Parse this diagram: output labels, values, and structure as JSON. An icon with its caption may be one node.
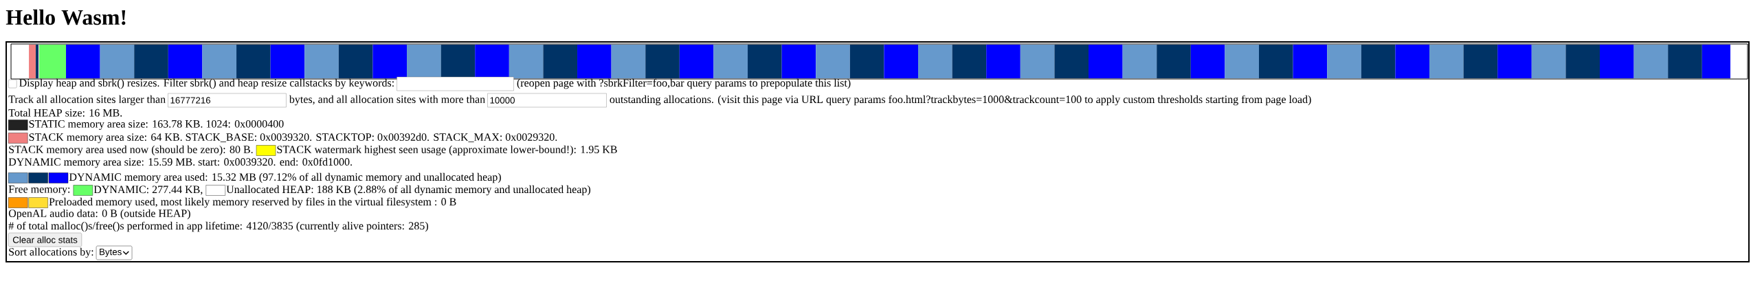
{
  "diagram": {
    "title": "Hello Wasm!",
    "nodes": [
      {
        "text": [],
        "shape": "box"
      },
      {
        "text": [
          "16777216"
        ]
      },
      {
        "text": [
          "10000"
        ]
      },
      {
        "text": [
          "Clear alloc stats"
        ]
      },
      {
        "text": [
          "Bytes"
        ]
      }
    ],
    "labels": [
      "Display heap and sbrk() resizes. Filter sbrk() and heap resize callstacks by keywords:",
      "(reopen page with ?sbrkFilter=foo,bar query params to prepopulate this list)",
      "Track all allocation sites larger than",
      "bytes, and all allocation sites with more than",
      "outstanding allocations. (visit this page via URL query params foo.html?trackbytes=1000&trackcount=100 to apply custom thresholds starting from page load)",
      "Total HEAP size: 16 MB.",
      "STATIC memory area size: 163.78 KB. 1024: 0x0000400",
      "STACK memory area size: 64 KB. STACK_BASE: 0x0039320. STACKTOP: 0x00392d0. STACK_MAX: 0x0029320.",
      "STACK memory area used now (should be zero): 80 B.",
      "STACK watermark highest seen usage (approximate lower-bound!): 1.95 KB",
      "DYNAMIC memory area size: 15.59 MB. start: 0x0039320. end: 0x0fd1000.",
      "DYNAMIC memory area used: 15.32 MB (97.12% of all dynamic memory and unallocated heap)",
      "Free memory:",
      "DYNAMIC: 277.44 KB,",
      "Unallocated HEAP: 188 KB (2.88% of all dynamic memory and unallocated heap)",
      "Preloaded memory used, most likely memory reserved by files in the virtual filesystem : 0 B",
      "OpenAL audio data: 0 B (outside HEAP)",
      "# of total malloc()s/free()s performed in app lifetime: 4120/3835 (currently alive pointers: 285)",
      "Sort allocations by:"
    ]
  }
}
